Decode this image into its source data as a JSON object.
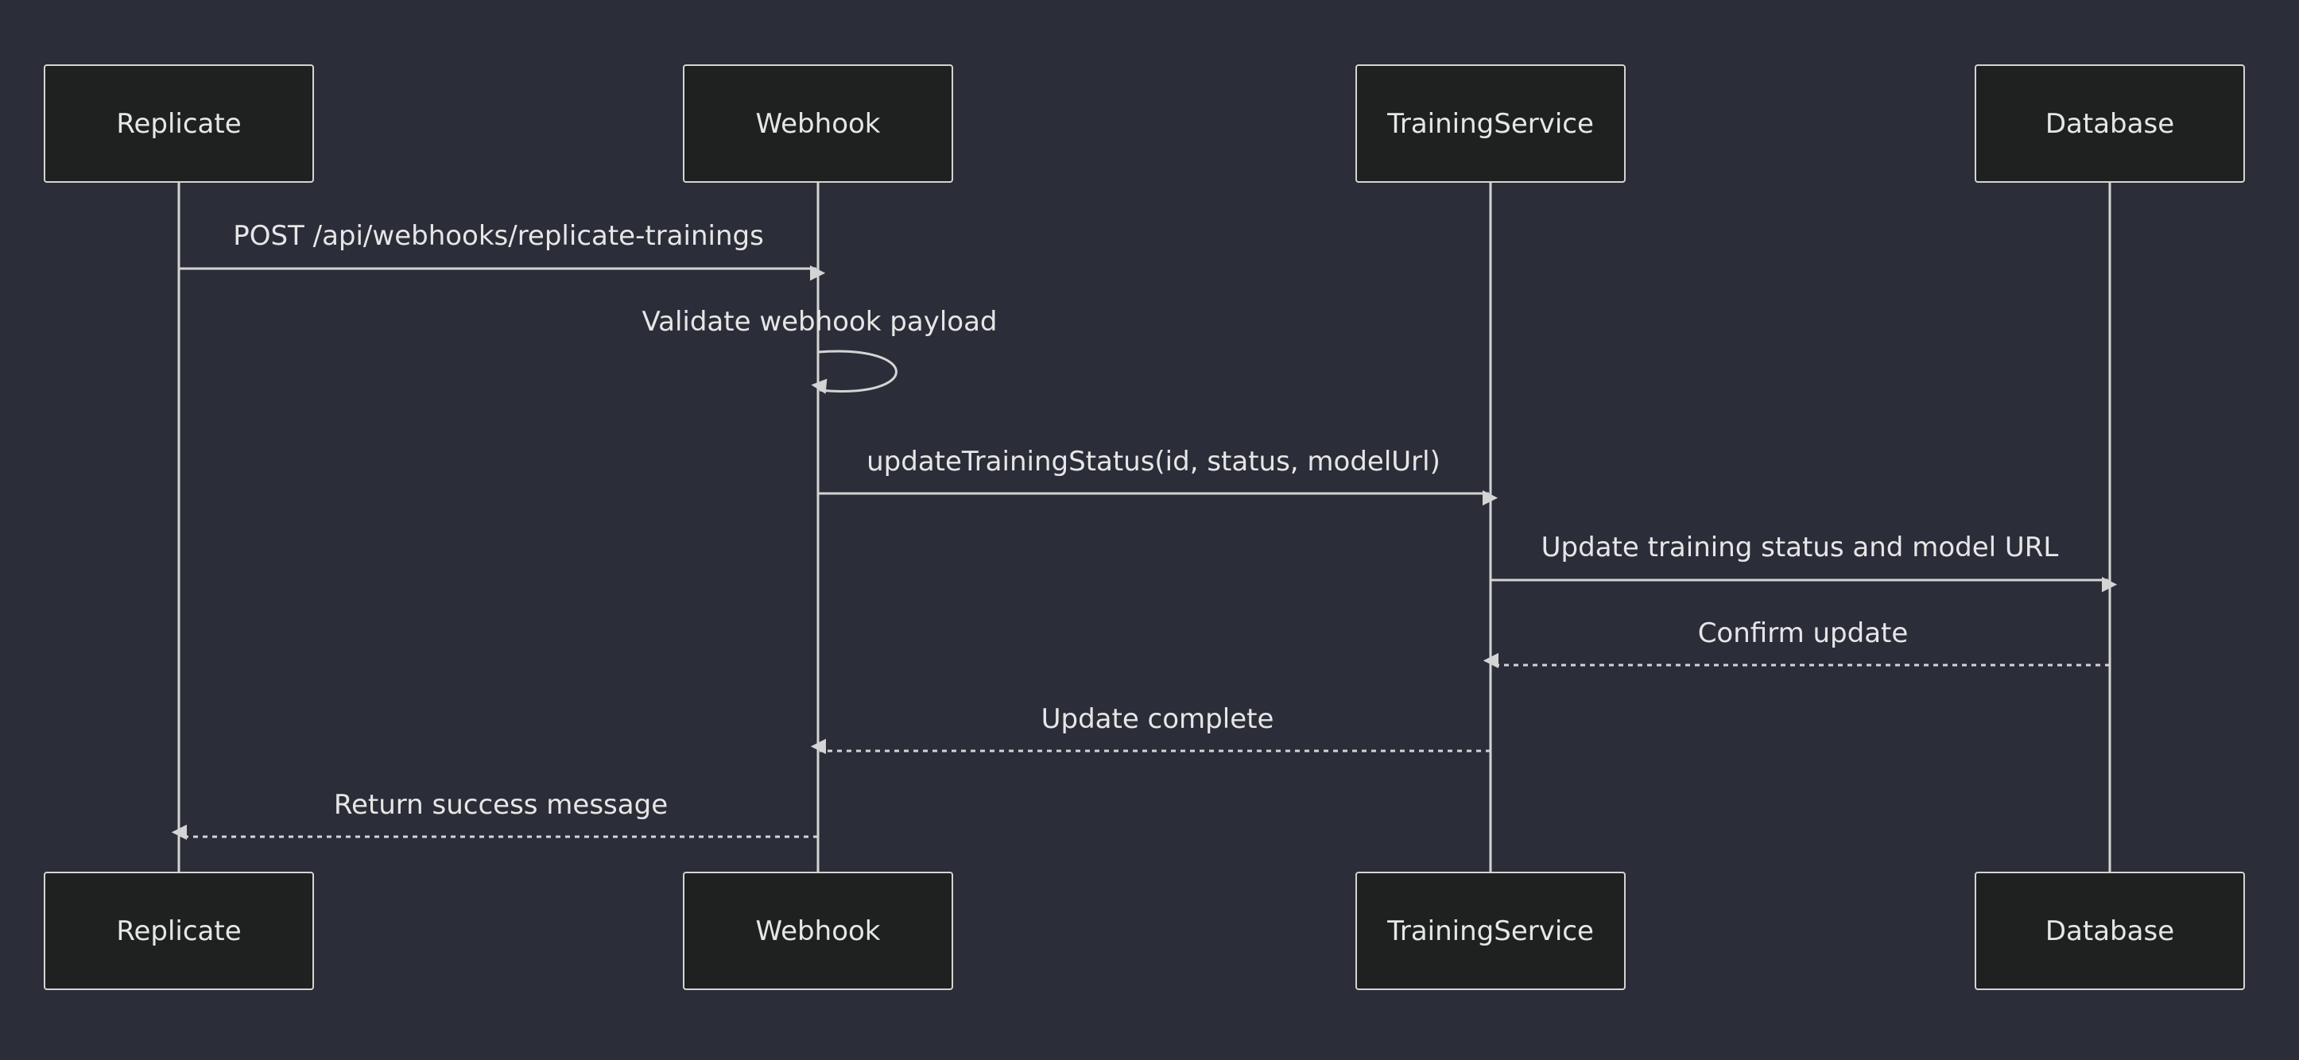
{
  "actors": [
    {
      "id": "replicate",
      "label": "Replicate"
    },
    {
      "id": "webhook",
      "label": "Webhook"
    },
    {
      "id": "training-service",
      "label": "TrainingService"
    },
    {
      "id": "database",
      "label": "Database"
    }
  ],
  "messages": [
    {
      "from": "replicate",
      "to": "webhook",
      "label": "POST /api/webhooks/replicate-trainings",
      "style": "solid"
    },
    {
      "from": "webhook",
      "to": "webhook",
      "label": "Validate webhook payload",
      "style": "solid"
    },
    {
      "from": "webhook",
      "to": "training-service",
      "label": "updateTrainingStatus(id, status, modelUrl)",
      "style": "solid"
    },
    {
      "from": "training-service",
      "to": "database",
      "label": "Update training status and model URL",
      "style": "solid"
    },
    {
      "from": "database",
      "to": "training-service",
      "label": "Confirm update",
      "style": "dashed"
    },
    {
      "from": "training-service",
      "to": "webhook",
      "label": "Update complete",
      "style": "dashed"
    },
    {
      "from": "webhook",
      "to": "replicate",
      "label": "Return success message",
      "style": "dashed"
    }
  ]
}
